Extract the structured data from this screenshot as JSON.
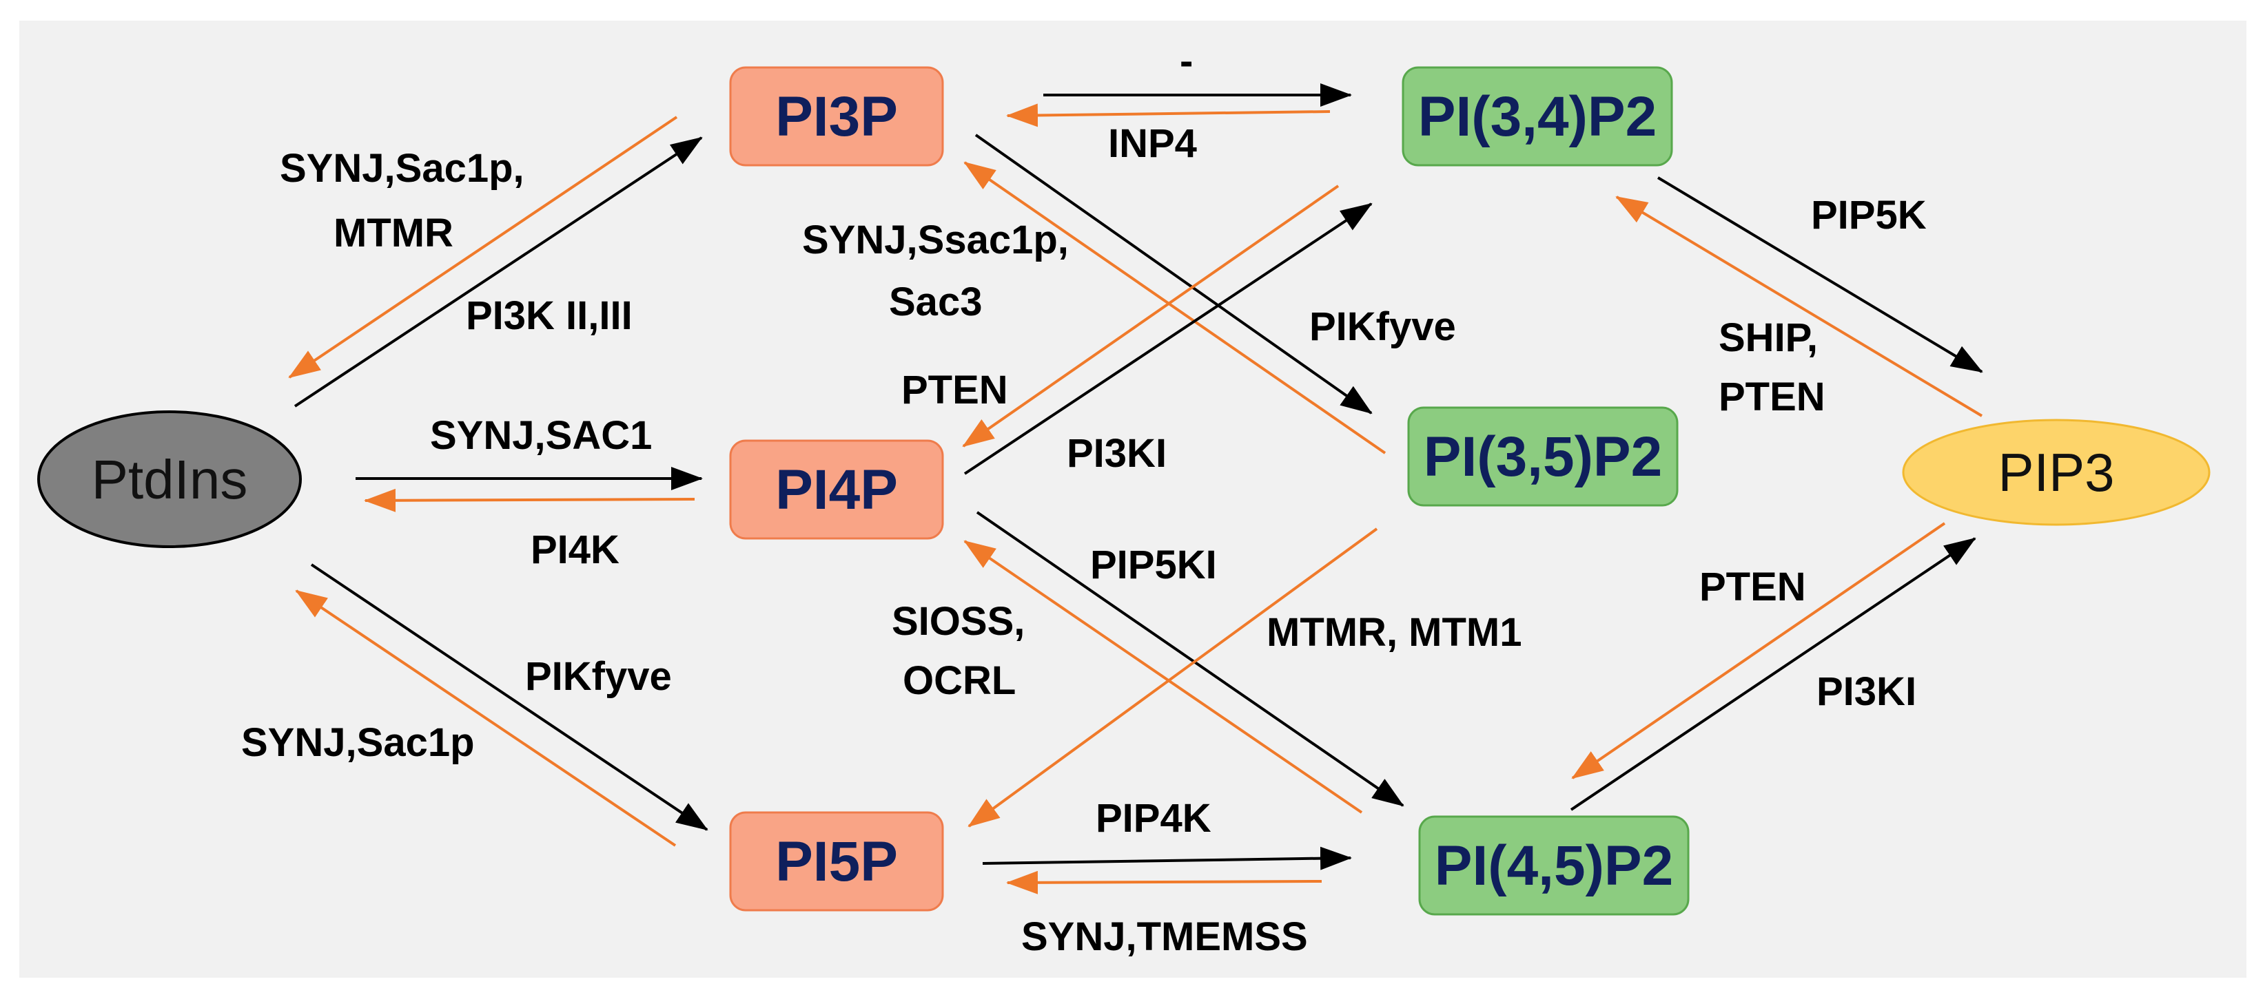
{
  "colors": {
    "background_panel": "#f1f1f1",
    "forward_arrow": "#000000",
    "reverse_arrow": "#f07a2a",
    "monophosphate_fill": "#f9a486",
    "monophosphate_stroke": "#ef7c4c",
    "bisphosphate_fill": "#8ccc80",
    "bisphosphate_stroke": "#58a84c",
    "ptdins_fill": "#808080",
    "pip3_fill": "#fdd46a",
    "label_navy": "#0f1f5c"
  },
  "nodes": {
    "ptdins": "PtdIns",
    "pi3p": "PI3P",
    "pi4p": "PI4P",
    "pi5p": "PI5P",
    "pi34p2": "PI(3,4)P2",
    "pi35p2": "PI(3,5)P2",
    "pi45p2": "PI(4,5)P2",
    "pip3": "PIP3"
  },
  "enzymes": {
    "synj_sac1p_mtmr_line1": "SYNJ,Sac1p,",
    "synj_sac1p_mtmr_line2": "MTMR",
    "pi3k_ii_iii": "PI3K II,III",
    "synj_sac1": "SYNJ,SAC1",
    "pi4k": "PI4K",
    "pikfyve_lower": "PIKfyve",
    "synj_sac1p": "SYNJ,Sac1p",
    "dash": "-",
    "inp4": "INP4",
    "synj_ssac1p_line1": "SYNJ,Ssac1p,",
    "synj_ssac1p_line2": "Sac3",
    "pikfyve_upper": "PIKfyve",
    "pten_left": "PTEN",
    "pi3ki_mid": "PI3KI",
    "pip5ki": "PIP5KI",
    "sioss_line1": "SIOSS,",
    "sioss_line2": "OCRL",
    "mtmr_mtm1": "MTMR, MTM1",
    "pip4k": "PIP4K",
    "synj_tmemss": "SYNJ,TMEMSS",
    "pip5k": "PIP5K",
    "ship_line1": "SHIP,",
    "ship_line2": "PTEN",
    "pten_right": "PTEN",
    "pi3ki_right": "PI3KI"
  }
}
